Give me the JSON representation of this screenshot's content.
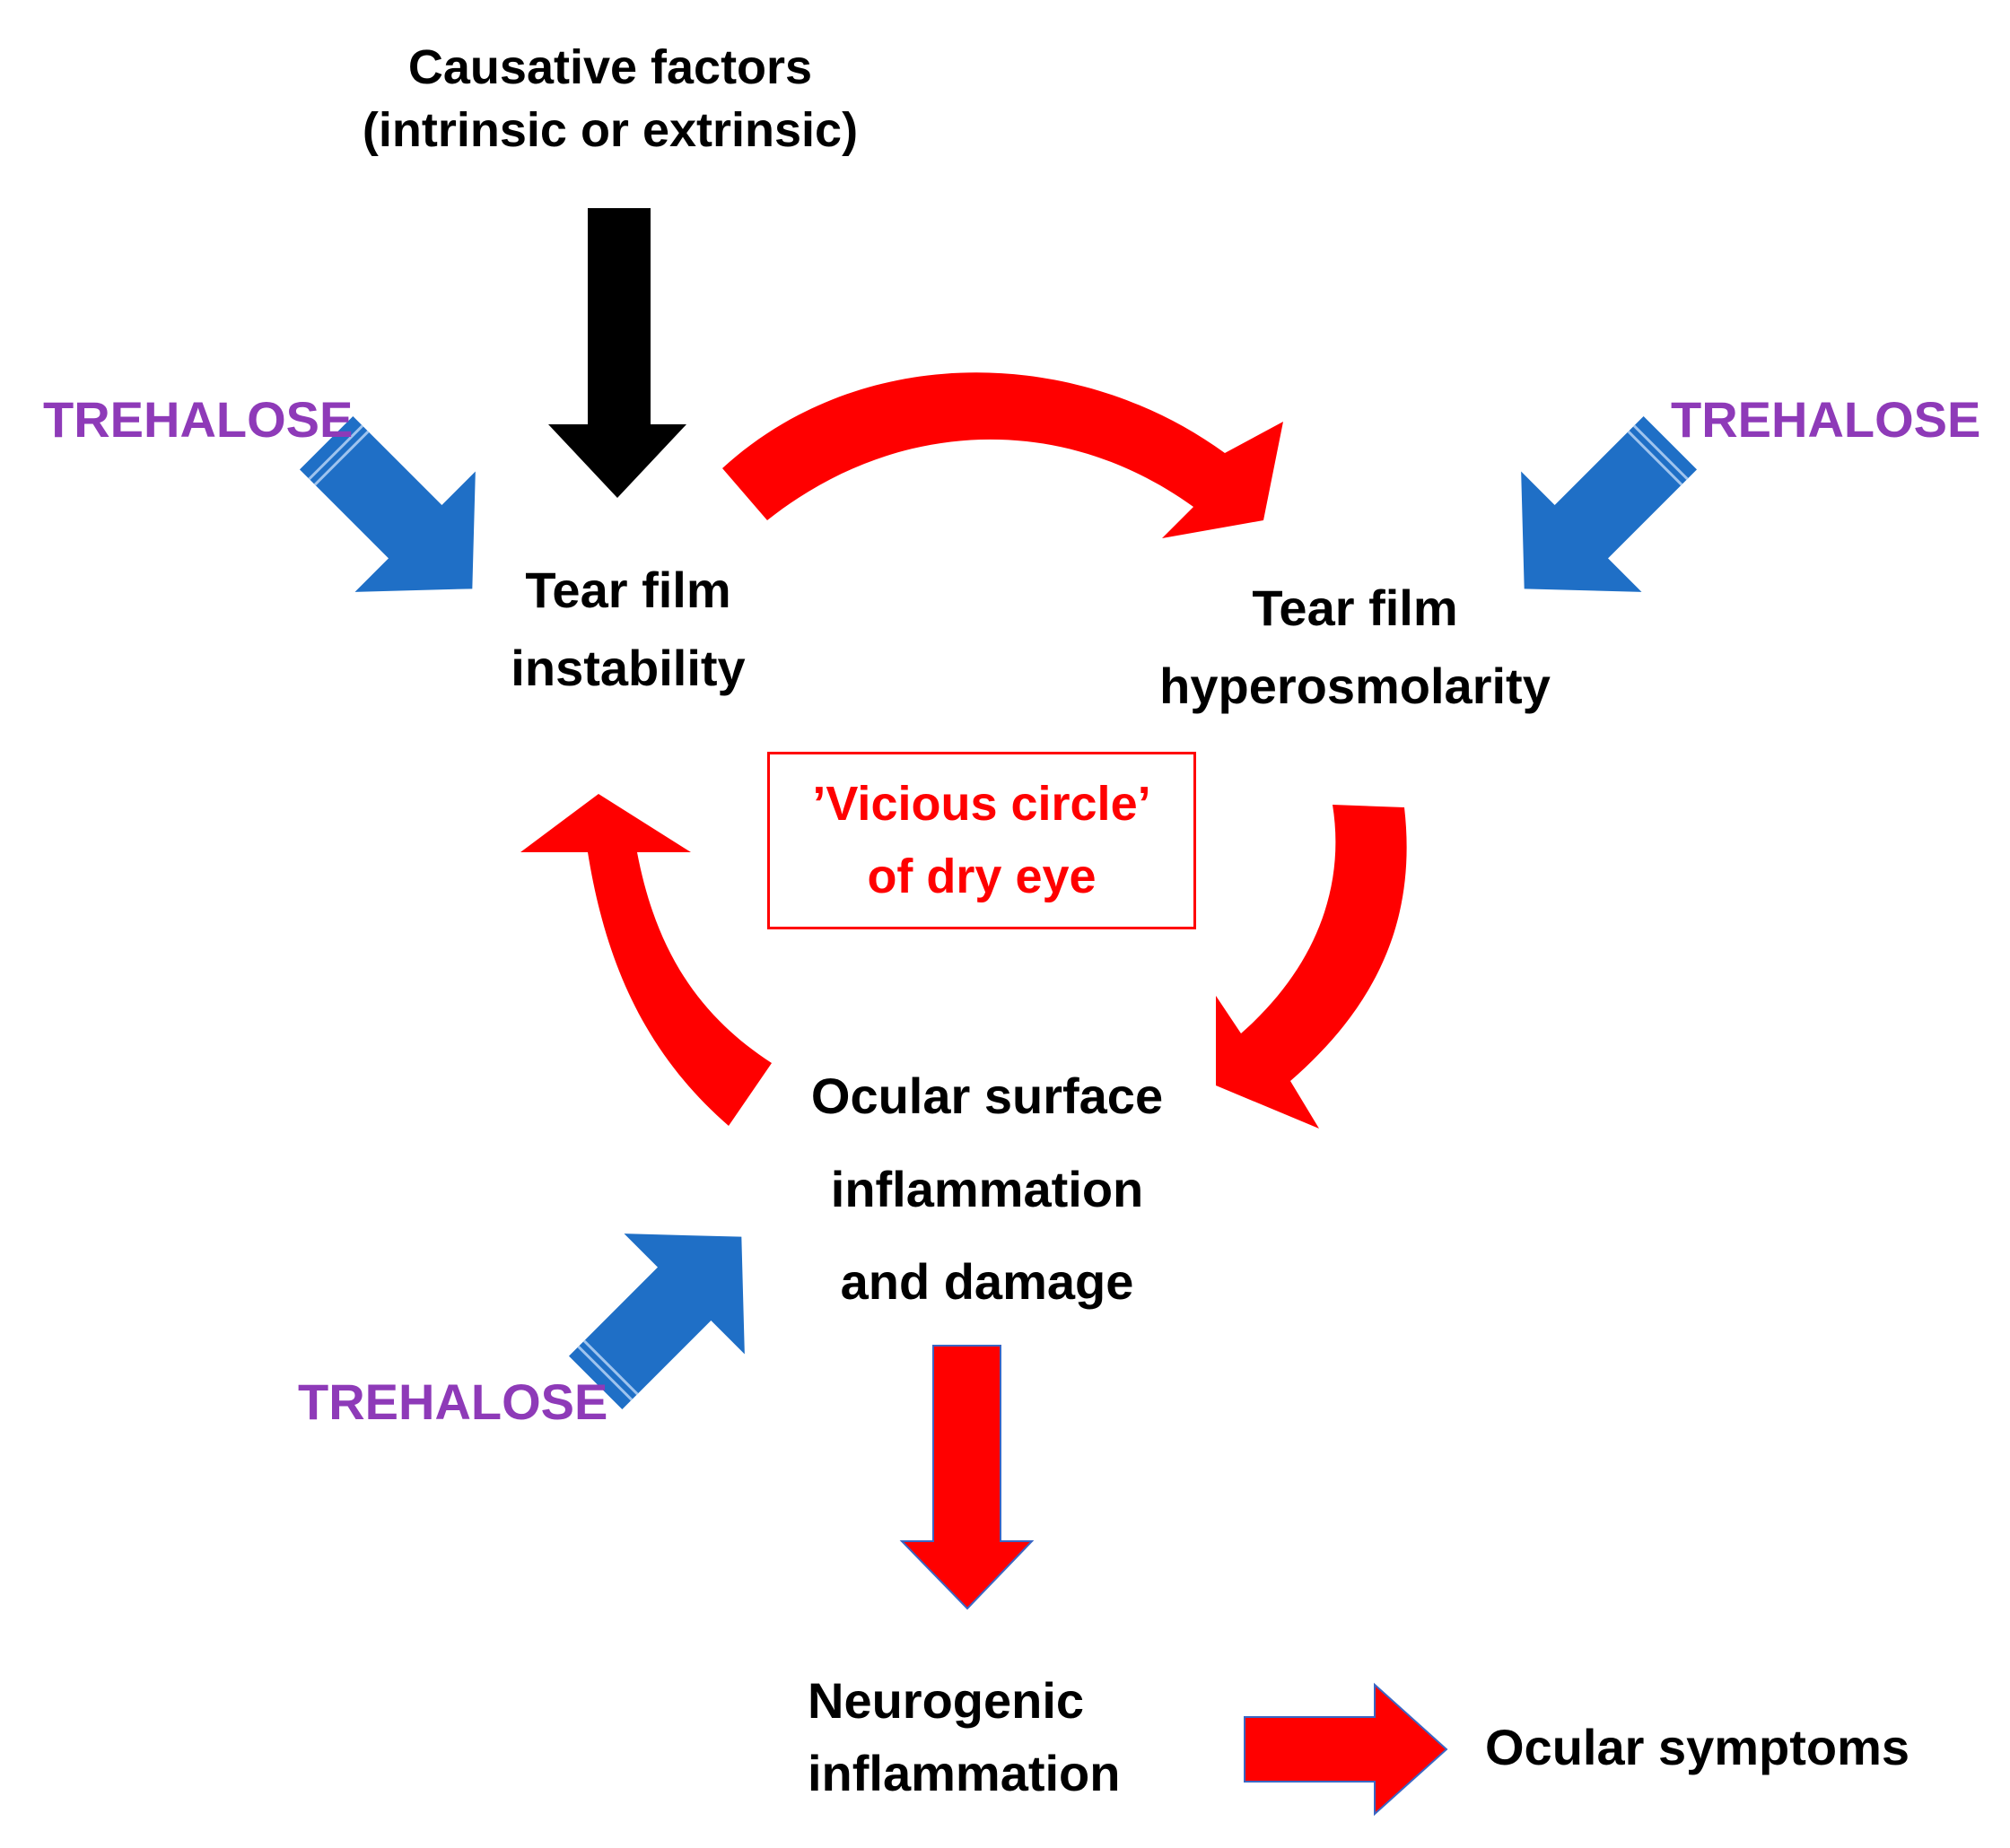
{
  "nodes": {
    "causative": "Causative factors\n(intrinsic or extrinsic)",
    "instability": "Tear film\ninstability",
    "hyperosmolarity": "Tear film\nhyperosmolarity",
    "inflammation": "Ocular surface\ninflammation\nand damage",
    "neurogenic": "Neurogenic\ninflammation",
    "symptoms": "Ocular symptoms"
  },
  "vicious_circle": "’Vicious circle’\nof dry eye",
  "trehalose_label": "TREHALOSE",
  "colors": {
    "cycle_arrow": "#ff0000",
    "trehalose_arrow": "#1f6fc6",
    "trehalose_text": "#8e3ab8",
    "cause_arrow": "#000000",
    "text": "#000000",
    "box_border": "#ff0000"
  },
  "icons": [
    "black-down-arrow",
    "red-curved-arrow",
    "blue-block-arrow",
    "red-block-arrow"
  ]
}
